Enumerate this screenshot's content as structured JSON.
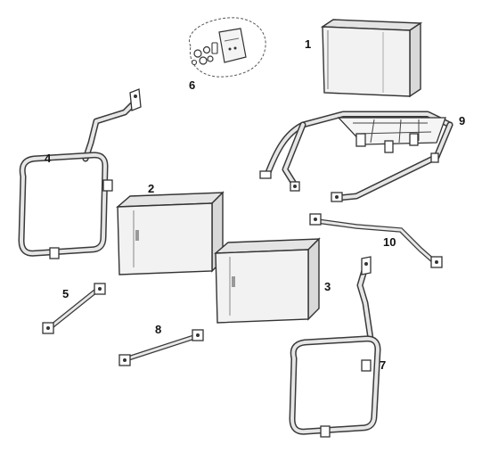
{
  "parts": [
    {
      "id": "part-1",
      "label": "1"
    },
    {
      "id": "part-2",
      "label": "2"
    },
    {
      "id": "part-3",
      "label": "3"
    },
    {
      "id": "part-4",
      "label": "4"
    },
    {
      "id": "part-5",
      "label": "5"
    },
    {
      "id": "part-6",
      "label": "6"
    },
    {
      "id": "part-7",
      "label": "7"
    },
    {
      "id": "part-8",
      "label": "8"
    },
    {
      "id": "part-9",
      "label": "9"
    },
    {
      "id": "part-10",
      "label": "10"
    }
  ]
}
